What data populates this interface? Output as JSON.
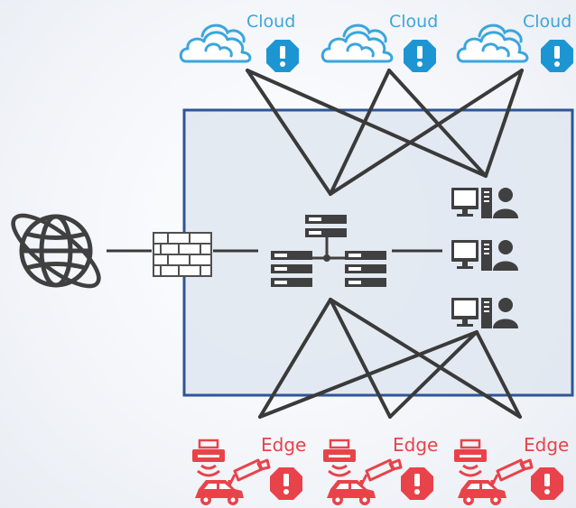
{
  "labels": {
    "clouds": [
      "Cloud",
      "Cloud",
      "Cloud"
    ],
    "edges": [
      "Edge",
      "Edge",
      "Edge"
    ]
  },
  "colors": {
    "cloud": "#3aa6dd",
    "edge": "#e8434a",
    "network_border": "#2f5597",
    "network_fill": "#dfe6f0",
    "line": "#3a3a3a",
    "icon": "#404040"
  },
  "icons": {
    "internet": "globe-icon",
    "firewall": "firewall-icon",
    "server": "server-cluster-icon",
    "workstation": "workstation-user-icon",
    "cloud": "cloud-icon",
    "warning": "warning-badge-icon",
    "printer": "printer-icon",
    "camera": "camera-icon",
    "car": "car-icon"
  }
}
